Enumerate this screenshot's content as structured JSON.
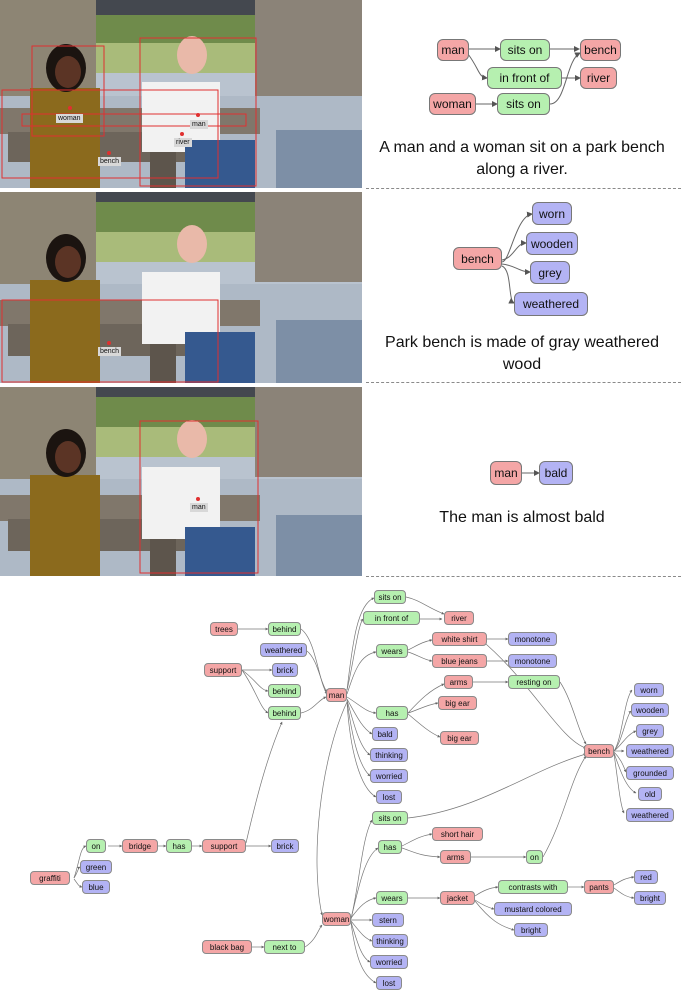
{
  "panels": [
    {
      "caption": "A man and a woman sit on a park bench along a river.",
      "region_labels": [
        "woman",
        "man",
        "bench",
        "river"
      ],
      "nodes": {
        "man": "man",
        "sits_on_top": "sits on",
        "bench": "bench",
        "in_front_of": "in front of",
        "river": "river",
        "woman": "woman",
        "sits_on_bottom": "sits on"
      }
    },
    {
      "caption": "Park bench is made of gray weathered wood",
      "region_labels": [
        "bench"
      ],
      "nodes": {
        "bench": "bench",
        "worn": "worn",
        "wooden": "wooden",
        "grey": "grey",
        "weathered": "weathered"
      }
    },
    {
      "caption": "The man is almost bald",
      "region_labels": [
        "man"
      ],
      "nodes": {
        "man": "man",
        "bald": "bald"
      }
    }
  ],
  "graph": {
    "sits_on_a": "sits on",
    "in_front_of": "in front of",
    "river": "river",
    "trees": "trees",
    "behind_a": "behind",
    "weathered_a": "weathered",
    "support_a": "support",
    "brick_a": "brick",
    "behind_b": "behind",
    "behind_c": "behind",
    "man": "man",
    "wears_a": "wears",
    "white_shirt": "white shirt",
    "blue_jeans": "blue jeans",
    "monotone_a": "monotone",
    "monotone_b": "monotone",
    "arms_a": "arms",
    "resting_on": "resting on",
    "has_a": "has",
    "big_ear_a": "big ear",
    "big_ear_b": "big ear",
    "bald": "bald",
    "thinking_a": "thinking",
    "worried_a": "worried",
    "lost_a": "lost",
    "bench": "bench",
    "worn": "worn",
    "wooden": "wooden",
    "grey": "grey",
    "weathered_b": "weathered",
    "grounded": "grounded",
    "old": "old",
    "weathered_c": "weathered",
    "graffiti": "graffiti",
    "on_a": "on",
    "green": "green",
    "blue": "blue",
    "bridge": "bridge",
    "has_b": "has",
    "support_b": "support",
    "brick_b": "brick",
    "sits_on_b": "sits on",
    "has_c": "has",
    "short_hair": "short hair",
    "arms_b": "arms",
    "on_b": "on",
    "wears_b": "wears",
    "jacket": "jacket",
    "contrasts_with": "contrasts with",
    "pants": "pants",
    "red": "red",
    "bright_a": "bright",
    "mustard": "mustard colored",
    "bright_b": "bright",
    "woman": "woman",
    "stern": "stern",
    "thinking_b": "thinking",
    "worried_b": "worried",
    "lost_b": "lost",
    "black_bag": "black bag",
    "next_to": "next to"
  },
  "colors": {
    "object": "#f4a6a6",
    "relation": "#b6f0b0",
    "attribute": "#b3b3f4",
    "region_box": "#e03030"
  }
}
